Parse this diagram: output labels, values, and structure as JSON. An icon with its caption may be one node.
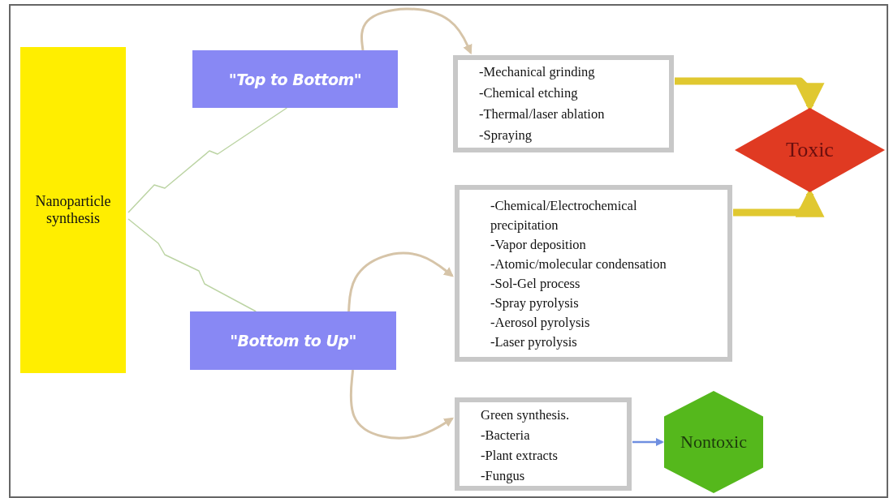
{
  "diagram": {
    "nodes": [
      {
        "text": [
          "Nanoparticle synthesis"
        ]
      },
      {
        "text": [
          "\"Top to Bottom\""
        ]
      },
      {
        "text": [
          "\"Bottom to Up\""
        ]
      },
      {
        "text": [
          "-Mechanical grinding",
          "-Chemical etching",
          "-Thermal/laser ablation",
          "-Spraying"
        ]
      },
      {
        "text": [
          "Toxic"
        ]
      },
      {
        "text": [
          "-Chemical/Electrochemical precipitation",
          "-Vapor deposition",
          "-Atomic/molecular condensation",
          "-Sol-Gel process",
          "-Spray pyrolysis",
          "-Aerosol pyrolysis",
          "-Laser pyrolysis"
        ]
      },
      {
        "text": [
          "Green synthesis.",
          "-Bacteria",
          "-Plant extracts",
          "-Fungus"
        ]
      },
      {
        "text": [
          "Nontoxic"
        ]
      }
    ],
    "edges": [
      {
        "from": 0,
        "to": 1,
        "arrow": "none",
        "color": "#bcd4a4"
      },
      {
        "from": 0,
        "to": 2,
        "arrow": "none",
        "color": "#bcd4a4"
      },
      {
        "from": 1,
        "to": 3,
        "arrow": "to"
      },
      {
        "from": 2,
        "to": 5,
        "arrow": "to"
      },
      {
        "from": 2,
        "to": 6,
        "arrow": "to"
      },
      {
        "from": 3,
        "to": 4,
        "arrow": "to",
        "style": "thick",
        "color": "#e0c830"
      },
      {
        "from": 5,
        "to": 4,
        "arrow": "to",
        "style": "thick",
        "color": "#e0c830"
      },
      {
        "from": 6,
        "to": 7,
        "arrow": "to",
        "color": "#6f8fe0"
      }
    ]
  }
}
